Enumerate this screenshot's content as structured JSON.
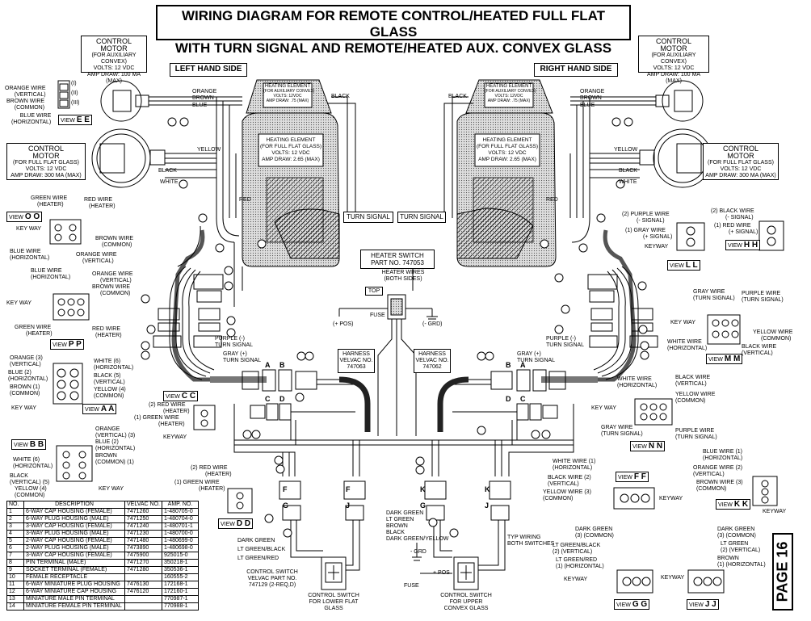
{
  "title": {
    "line1": "WIRING DIAGRAM FOR REMOTE CONTROL/HEATED FULL FLAT GLASS",
    "line2": "WITH TURN SIGNAL AND REMOTE/HEATED AUX. CONVEX GLASS"
  },
  "sides": {
    "left": "LEFT HAND SIDE",
    "right": "RIGHT HAND SIDE"
  },
  "aux_motor": {
    "l1": "CONTROL",
    "l2": "MOTOR",
    "l3": "(FOR AUXILIARY CONVEX)",
    "l4": "VOLTS: 12 VDC",
    "l5": "AMP DRAW: 100 MA (MAX)"
  },
  "flat_motor": {
    "l1": "CONTROL",
    "l2": "MOTOR",
    "l3": "(FOR FULL FLAT GLASS)",
    "l4": "VOLTS: 12 VDC",
    "l5": "AMP DRAW: 300 MA (MAX)"
  },
  "heat_aux": {
    "l1": "HEATING ELEMENT",
    "l2": "(FOR AUXILIARY CONVEX)",
    "l3": "VOLTS: 12VDC",
    "l4": "AMP DRAW: .75 (MAX)"
  },
  "heat_flat": {
    "l1": "HEATING ELEMENT",
    "l2": "(FOR FULL FLAT GLASS)",
    "l3": "VOLTS: 12 VDC",
    "l4": "AMP DRAW: 2.65 (MAX)"
  },
  "turn_signal": "TURN SIGNAL",
  "heater_switch": {
    "l1": "HEATER SWITCH",
    "l2": "PART NO. 747053"
  },
  "heater_wires": {
    "l1": "HEATER WIRES",
    "l2": "(BOTH SIDES)"
  },
  "top": "TOP",
  "fuse": "FUSE",
  "pos": "(+ POS)",
  "grd": "(- GRD)",
  "harness_left": {
    "l1": "HARNESS",
    "l2": "VELVAC NO.",
    "l3": "747063"
  },
  "harness_right": {
    "l1": "HARNESS",
    "l2": "VELVAC NO.",
    "l3": "747062"
  },
  "wires": {
    "orange": "ORANGE",
    "brown": "BROWN",
    "blue": "BLUE",
    "yellow": "YELLOW",
    "black": "BLACK",
    "white": "WHITE",
    "green": "GREEN",
    "red": "RED",
    "red_wire": "RED WIRE",
    "gray_turn": "GRAY (+)",
    "turn_sig": "TURN SIGNAL",
    "purple_turn": "PURPLE (-)",
    "dark_green": "DARK GREEN",
    "lt_green_black": "LT GREEN/BLACK",
    "lt_green_red": "LT GREEN/RED",
    "lt_green": "LT GREEN",
    "dg_yellow": "DARK GREEN/YELLOW",
    "typ_wiring": "TYP WIRING",
    "both_switches": "BOTH SWITCHES",
    "plus_pos": "+ POS",
    "minus_grd": "- GRD"
  },
  "view_e": {
    "orange": "ORANGE WIRE",
    "orange_sub": "(VERTICAL)",
    "brown": "BROWN WIRE",
    "brown_sub": "(COMMON)",
    "blue": "BLUE WIRE",
    "blue_sub": "(HORIZONTAL)",
    "p1": "(I)",
    "p2": "(II)",
    "p3": "(III)",
    "view": "VIEW",
    "code": "E E"
  },
  "view_oo": {
    "green": "GREEN WIRE",
    "green_sub": "(HEATER)",
    "red": "RED WIRE",
    "red_sub": "(HEATER)",
    "keyway": "KEY WAY",
    "brown": "BROWN WIRE",
    "brown_sub": "(COMMON)",
    "blue": "BLUE WIRE",
    "blue_sub": "(HORIZONTAL)",
    "orange": "ORANGE WIRE",
    "orange_sub": "(VERTICAL)",
    "view": "VIEW",
    "code": "O O"
  },
  "view_pp": {
    "blue": "BLUE WIRE",
    "blue_sub": "(HORIZONTAL)",
    "orange": "ORANGE WIRE",
    "orange_sub": "(VERTICAL)",
    "brown": "BROWN WIRE",
    "brown_sub": "(COMMON)",
    "keyway": "KEY WAY",
    "green": "GREEN WIRE",
    "green_sub": "(HEATER)",
    "red": "RED WIRE",
    "red_sub": "(HEATER)",
    "view": "VIEW",
    "code": "P P"
  },
  "view_aa": {
    "orange": "ORANGE (3)",
    "orange_sub": "(VERTICAL)",
    "blue": "BLUE (2)",
    "blue_sub": "(HORIZONTAL)",
    "brown": "BROWN (1)",
    "brown_sub": "(COMMON)",
    "white": "WHITE (6)",
    "white_sub": "(HORIZONTAL)",
    "black": "BLACK (5)",
    "black_sub": "(VERTICAL)",
    "yellow": "YELLOW (4)",
    "yellow_sub": "(COMMON)",
    "keyway": "KEY WAY",
    "view": "VIEW",
    "code": "A A"
  },
  "view_cc": {
    "red": "(2) RED WIRE",
    "red_sub": "(HEATER)",
    "green": "(1)  GREEN WIRE",
    "green_sub": "(HEATER)",
    "keyway": "KEYWAY",
    "view": "VIEW",
    "code": "C C"
  },
  "view_bb": {
    "orange": "ORANGE",
    "orange_sub": "(VERTICAL)  (3)",
    "blue": "BLUE (2)",
    "blue_sub": "(HORIZONTAL)",
    "brown": "BROWN",
    "brown_sub": "(COMMON) (1)",
    "white": "WHITE (6)",
    "white_sub": "(HORIZONTAL)",
    "black": "BLACK",
    "black_sub": "(VERTICAL) (5)",
    "yellow": "YELLOW (4)",
    "yellow_sub": "(COMMON)",
    "keyway": "KEY WAY",
    "view": "VIEW",
    "code": "B B"
  },
  "view_dd": {
    "red": "(2) RED WIRE",
    "red_sub": "(HEATER)",
    "green": "(1)  GREEN WIRE",
    "green_sub": "(HEATER)",
    "view": "VIEW",
    "code": "D D"
  },
  "view_ll": {
    "purple": "(2) PURPLE WIRE",
    "purple_sub": "(- SIGNAL)",
    "gray": "(1)  GRAY WIRE",
    "gray_sub": "(+ SIGNAL)",
    "keyway": "KEYWAY",
    "view": "VIEW",
    "code": "L L"
  },
  "view_hh": {
    "black": "(2) BLACK WIRE",
    "black_sub": "(- SIGNAL)",
    "red": "(1)  RED WIRE",
    "red_sub": "(+ SIGNAL)",
    "view": "VIEW",
    "code": "H H"
  },
  "view_mm": {
    "gray": "GRAY WIRE",
    "gray_sub": "(TURN SIGNAL)",
    "purple": "PURPLE WIRE",
    "purple_sub": "(TURN SIGNAL)",
    "keyway": "KEY WAY",
    "yellow": "YELLOW WIRE",
    "yellow_sub": "(COMMON)",
    "white": "WHITE WIRE",
    "white_sub": "(HORIZONTAL)",
    "black": "BLACK WIRE",
    "black_sub": "(VERTICAL)",
    "view": "VIEW",
    "code": "M M"
  },
  "view_nn": {
    "white": "WHITE WIRE",
    "white_sub": "(HORIZONTAL)",
    "black": "BLACK WIRE",
    "black_sub": "(VERTICAL)",
    "yellow": "YELLOW WIRE",
    "yellow_sub": "(COMMON)",
    "keyway": "KEY WAY",
    "gray": "GRAY WIRE",
    "gray_sub": "(TURN SIGNAL)",
    "purple": "PURPLE WIRE",
    "purple_sub": "(TURN SIGNAL)",
    "view": "VIEW",
    "code": "N N"
  },
  "view_ff": {
    "white": "WHITE WIRE (1)",
    "white_sub": "(HORIZONTAL)",
    "black": "BLACK WIRE (2)",
    "black_sub": "(VERTICAL)",
    "yellow": "YELLOW WIRE (3)",
    "yellow_sub": "(COMMON)",
    "keyway": "KEYWAY",
    "view": "VIEW",
    "code": "F F"
  },
  "view_kk": {
    "blue": "BLUE WIRE (1)",
    "blue_sub": "(HORIZONTAL)",
    "orange": "ORANGE WIRE (2)",
    "orange_sub": "(VERTICAL)",
    "brown": "BROWN WIRE (3)",
    "brown_sub": "(COMMON)",
    "keyway": "KEYWAY",
    "view": "VIEW",
    "code": "K K"
  },
  "view_gg": {
    "dg": "DARK GREEN",
    "dg_sub": "(3) (COMMON)",
    "lgb": "LT GREEN/BLACK",
    "lgb_sub": "(2) (VERTICAL)",
    "lgr": "LT GREEN/RED",
    "lgr_sub": "(1) (HORIZONTAL)",
    "keyway": "KEYWAY",
    "view": "VIEW",
    "code": "G G"
  },
  "view_jj": {
    "dg": "DARK GREEN",
    "dg_sub": "(3) (COMMON)",
    "lg": "LT GREEN",
    "lg_sub": "(2) (VERTICAL)",
    "brown": "BROWN",
    "brown_sub": "(1) (HORIZONTAL)",
    "keyway": "KEYWAY",
    "view": "VIEW",
    "code": "J J"
  },
  "control_switch_left": {
    "l1": "CONTROL SWITCH",
    "l2": "FOR LOWER FLAT",
    "l3": "GLASS"
  },
  "control_switch_right": {
    "l1": "CONTROL SWITCH",
    "l2": "FOR UPPER",
    "l3": "CONVEX GLASS"
  },
  "control_switch_part": {
    "l1": "CONTROL SWITCH",
    "l2": "VELVAC PART NO.",
    "l3": "747129 (2-REQ,D)"
  },
  "page": "PAGE 16",
  "parts_table": {
    "headers": [
      "NO.",
      "DESCRIPTION",
      "VELVAC NO.",
      "AMP. NO."
    ],
    "rows": [
      [
        "1",
        "6-WAY CAP HOUSING (FEMALE)",
        "7471260",
        "1-480705-0"
      ],
      [
        "2",
        "6-WAY PLUG HOUSING (MALE)",
        "7471250",
        "1-480704-0"
      ],
      [
        "3",
        "3-WAY CAP HOUSING (FEMALE)",
        "7471240",
        "1-480701-1"
      ],
      [
        "4",
        "3-WAY PLUG HOUSING (MALE)",
        "7471230",
        "1-480700-0"
      ],
      [
        "5",
        "2-WAY CAP HOUSING (FEMALE)",
        "7471480",
        "1-480699-0"
      ],
      [
        "6",
        "2-WAY PLUG HOUSING (MALE)",
        "7473890",
        "1-480698-0"
      ],
      [
        "7",
        "3-WAY CAP HOUSING (FEMALE)",
        "7475900",
        "925015-0"
      ],
      [
        "8",
        "PIN TERMINAL (MALE)",
        "7471270",
        "350218-1"
      ],
      [
        "9",
        "SOCKET TERMINAL (FEMALE)",
        "7471280",
        "350536-1"
      ],
      [
        "10",
        "FEMALE RECEPTACLE",
        "",
        "160555-2"
      ],
      [
        "11",
        "6-WAY MINIATURE PLUG HOUSING",
        "7476130",
        "172168-1"
      ],
      [
        "12",
        "6-WAY MINIATURE CAP HOUSING",
        "7476120",
        "172160-1"
      ],
      [
        "13",
        "MINIATURE MALE PIN TERMINAL",
        "",
        "770987-1"
      ],
      [
        "14",
        "MINIATURE FEMALE PIN TERMINAL",
        "",
        "770988-1"
      ]
    ]
  }
}
